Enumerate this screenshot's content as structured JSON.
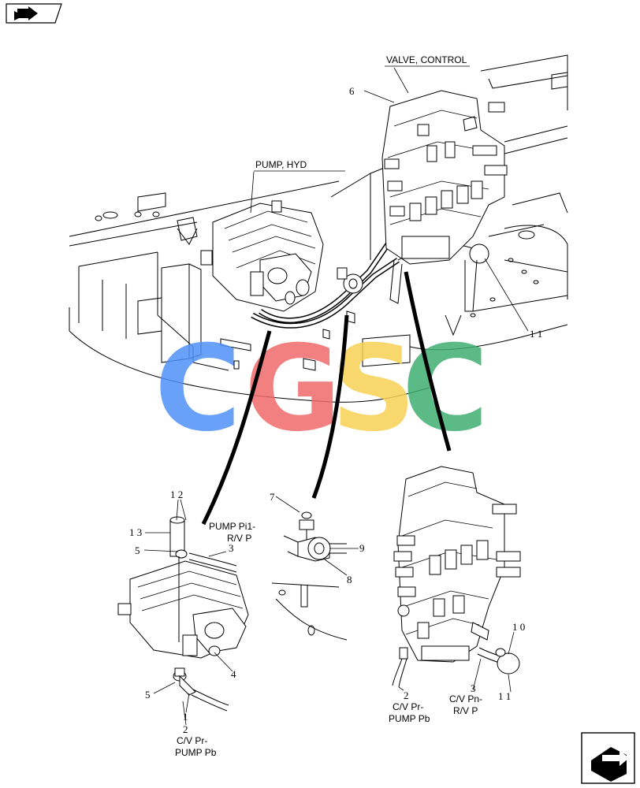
{
  "callouts": {
    "valve_control": "VALVE, CONTROL",
    "pump_hyd": "PUMP, HYD",
    "pump_pi1_line1": "PUMP Pi1-",
    "pump_pi1_line2": "R/V P",
    "cv_pr_left_line1": "C/V Pr-",
    "cv_pr_left_line2": "PUMP Pb",
    "cv_pr_right_line1": "C/V Pr-",
    "cv_pr_right_line2": "PUMP Pb",
    "cv_pn_line1": "C/V Pn-",
    "cv_pn_line2": "R/V P"
  },
  "item_numbers": {
    "n6_top": "6",
    "n11_top": "1 1",
    "n12": "1 2",
    "n13": "1 3",
    "n5_upper": "5",
    "n3_mid": "3",
    "n4": "4",
    "n5_lower": "5",
    "n1": "1",
    "n2_left": "2",
    "n7": "7",
    "n9": "9",
    "n8": "8",
    "n2_right": "2",
    "n3_right": "3",
    "n10": "1 0",
    "n11_bottom": "1 1"
  },
  "watermark": {
    "letters": [
      "C",
      "G",
      "S",
      "C"
    ],
    "colors": [
      "#4f8ff7",
      "#f06a6a",
      "#f7d154",
      "#3fae72"
    ]
  },
  "icons": {
    "top_left": "book-arrow-icon",
    "bottom_right": "next-page-icon"
  }
}
